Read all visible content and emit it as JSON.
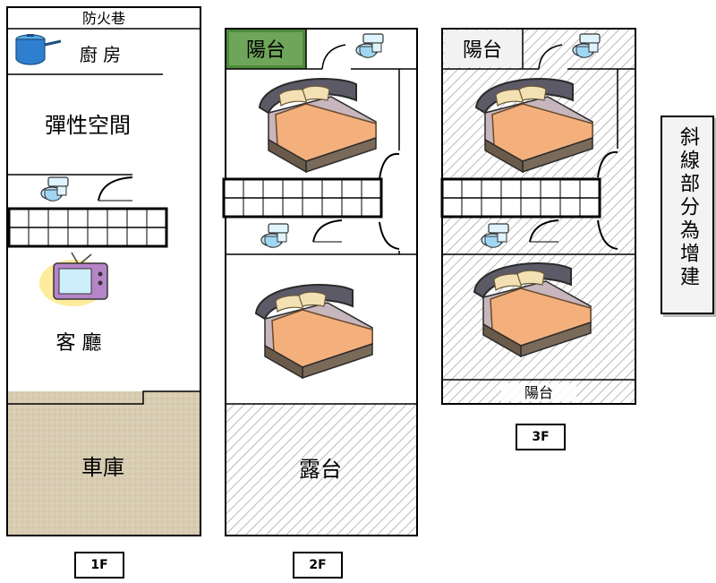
{
  "floors": {
    "f1": {
      "label": "1F",
      "fire_lane": "防火巷",
      "kitchen": "廚 房",
      "flex_space": "彈性空間",
      "living_room": "客 廳",
      "garage": "車庫"
    },
    "f2": {
      "label": "2F",
      "balcony": "陽台",
      "terrace": "露台"
    },
    "f3": {
      "label": "3F",
      "balcony_top": "陽台",
      "balcony_bottom": "陽台"
    }
  },
  "note": "斜線部分為增建",
  "colors": {
    "garage_fill": "#d7cdb4",
    "balcony_2f_fill": "#4e8a3c",
    "hatch": "#9a9a9a",
    "wall": "#000000"
  },
  "icons": [
    "pot-icon",
    "toilet-icon",
    "tv-icon",
    "bed-icon",
    "staircase",
    "door-swing"
  ]
}
